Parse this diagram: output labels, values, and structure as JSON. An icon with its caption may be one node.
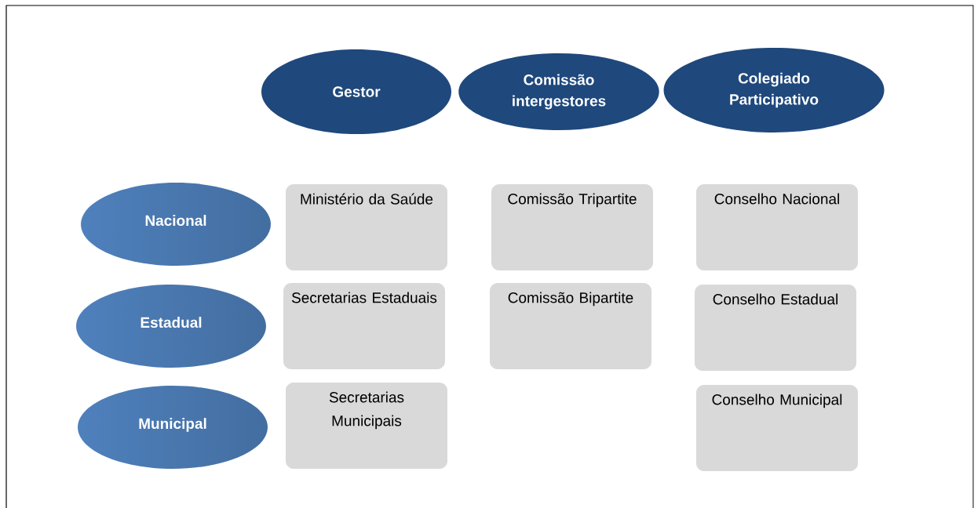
{
  "diagram": {
    "nodes": [
      {
        "text": [
          "Gestor"
        ]
      },
      {
        "text": [
          "Comissão intergestores"
        ]
      },
      {
        "text": [
          "Colegiado Participativo"
        ]
      },
      {
        "text": [
          "Nacional"
        ]
      },
      {
        "text": [
          "Ministério da Saúde"
        ]
      },
      {
        "text": [
          "Comissão Tripartite"
        ]
      },
      {
        "text": [
          "Conselho Nacional"
        ]
      },
      {
        "text": [
          "Estadual"
        ]
      },
      {
        "text": [
          "Secretarias Estaduais"
        ]
      },
      {
        "text": [
          "Comissão Bipartite"
        ]
      },
      {
        "text": [
          "Conselho Estadual"
        ]
      },
      {
        "text": [
          "Municipal"
        ]
      },
      {
        "text": [
          "Secretarias Municipais"
        ]
      },
      {
        "text": [
          "Conselho Municipal"
        ]
      }
    ]
  }
}
